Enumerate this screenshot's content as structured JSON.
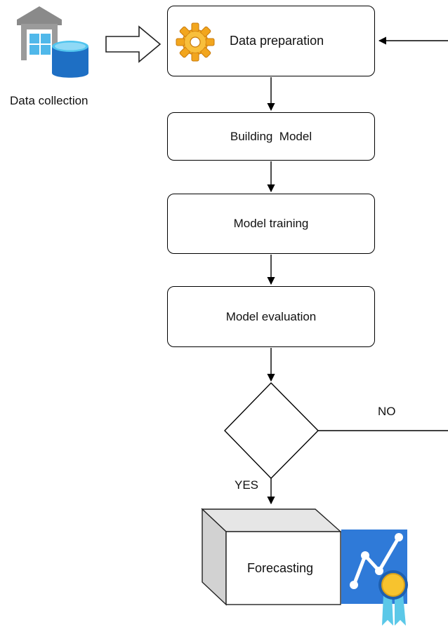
{
  "steps": {
    "data_collection": "Data collection",
    "data_preparation": "Data preparation",
    "building_model": "Building  Model",
    "model_training": "Model training",
    "model_evaluation": "Model evaluation",
    "forecasting": "Forecasting"
  },
  "decision": {
    "yes": "YES",
    "no": "NO"
  },
  "icons": {
    "data_collection": "warehouse-database-icon",
    "data_preparation": "gear-icon",
    "forecasting": "chart-certificate-icon"
  },
  "colors": {
    "line": "#000000",
    "warehouse_grey": "#8a8a8a",
    "database_blue": "#1e6fc4",
    "window_blue": "#50b8ea",
    "gear_orange": "#f2a61e",
    "chart_blue": "#2f7ad8",
    "medal_gold": "#f7c32e"
  }
}
